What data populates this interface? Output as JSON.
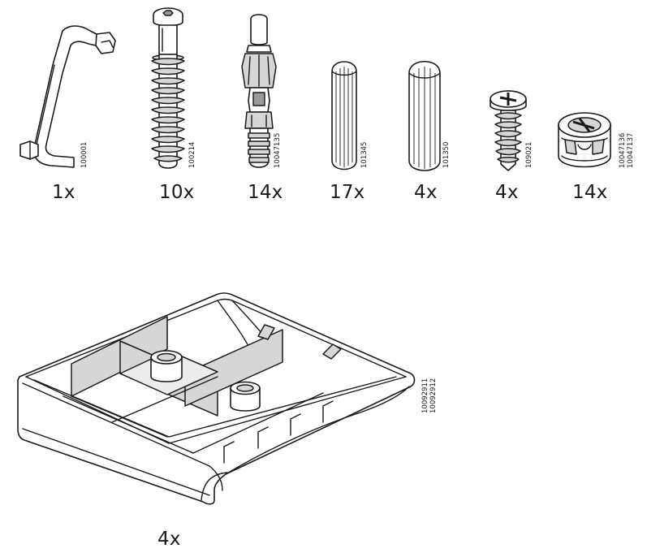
{
  "parts": [
    {
      "id": "allen-key",
      "code": [
        "100001"
      ],
      "quantity": "1x"
    },
    {
      "id": "connector-bolt",
      "code": [
        "100214"
      ],
      "quantity": "10x"
    },
    {
      "id": "cam-lock-dowel",
      "code": [
        "10047135"
      ],
      "quantity": "14x"
    },
    {
      "id": "wooden-dowel-small",
      "code": [
        "101345"
      ],
      "quantity": "17x"
    },
    {
      "id": "wooden-dowel-large",
      "code": [
        "101350"
      ],
      "quantity": "4x"
    },
    {
      "id": "screw",
      "code": [
        "109021"
      ],
      "quantity": "4x"
    },
    {
      "id": "cam-lock-nut",
      "code": [
        "10047136",
        "10047137"
      ],
      "quantity": "14x"
    },
    {
      "id": "plastic-foot-tray",
      "code": [
        "10092911",
        "10092912"
      ],
      "quantity": "4x"
    }
  ]
}
